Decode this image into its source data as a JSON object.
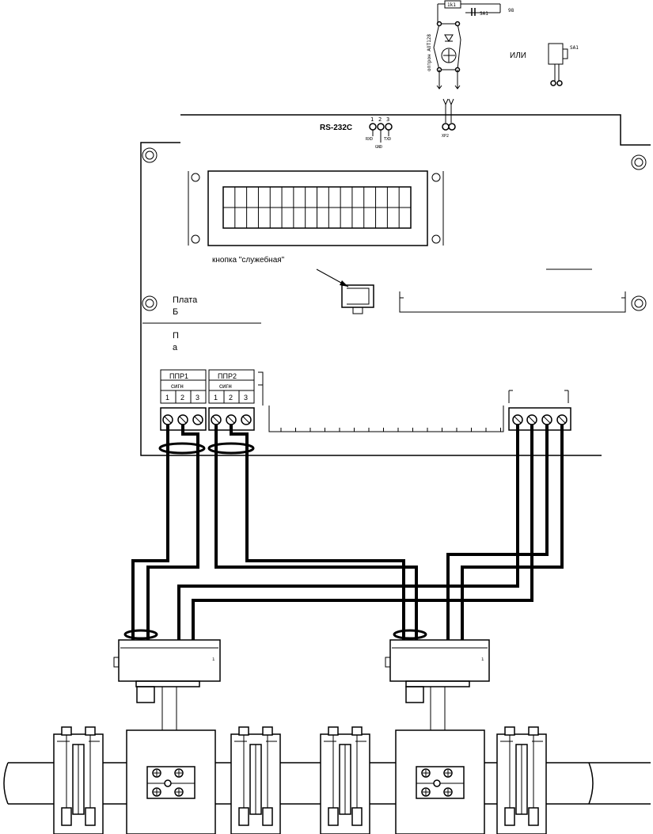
{
  "schematic": {
    "resistor_label": "1k1",
    "contact_label": "98",
    "switch_label": "SA1",
    "optocoupler_label": "оптрон АОТ128",
    "or_label": "ИЛИ",
    "alt_switch_label": "SA1",
    "connector_label": "XP2"
  },
  "board": {
    "rs232_label": "RS-232C",
    "rs232_pins": [
      "1",
      "2",
      "3"
    ],
    "rs232_signals": [
      "RXD",
      "TXD"
    ],
    "rs232_ground": "GND",
    "service_button_label": "кнопка \"служебная\"",
    "left_text_1": "Плата",
    "left_text_2": "Б",
    "left_text_3": "П",
    "left_text_4": "а",
    "terminal_block_1": {
      "title": "ППР1",
      "subtitle": "сигн",
      "pins": [
        "1",
        "2",
        "3"
      ]
    },
    "terminal_block_2": {
      "title": "ППР2",
      "subtitle": "сигн",
      "pins": [
        "1",
        "2",
        "3"
      ]
    }
  }
}
